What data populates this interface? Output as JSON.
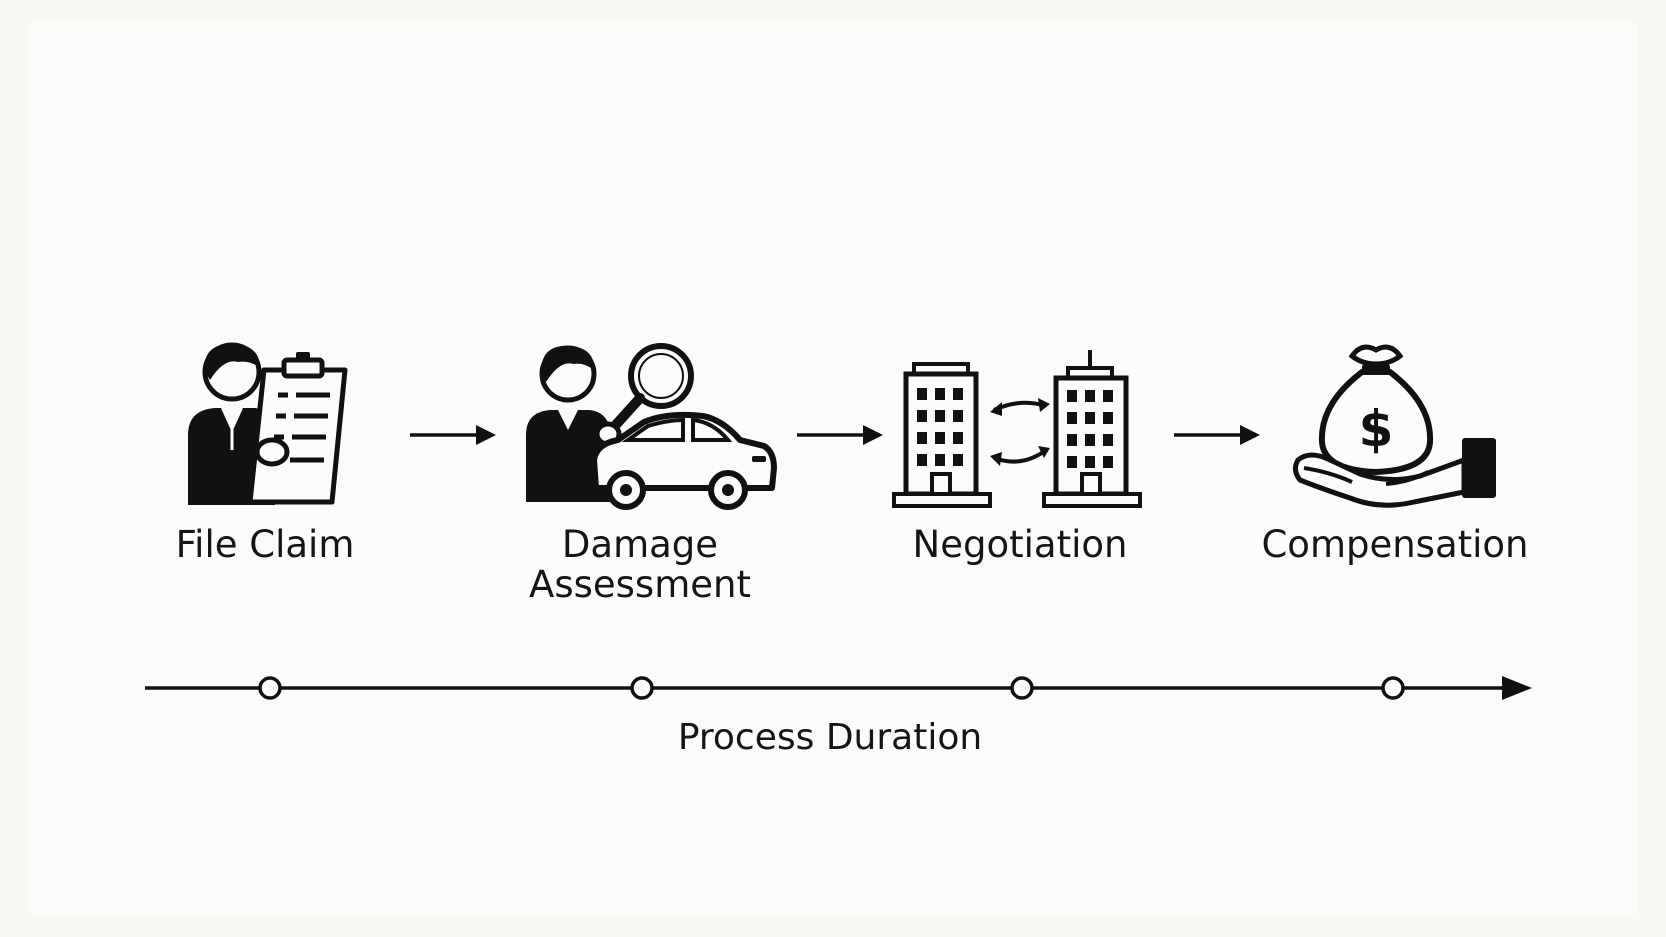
{
  "steps": [
    {
      "label": "File Claim",
      "icon": "person-clipboard-icon"
    },
    {
      "label": "Damage\nAssessment",
      "icon": "inspector-car-icon"
    },
    {
      "label": "Negotiation",
      "icon": "buildings-exchange-icon"
    },
    {
      "label": "Compensation",
      "icon": "money-bag-hand-icon"
    }
  ],
  "timeline": {
    "label": "Process Duration"
  },
  "money_symbol": "$",
  "colors": {
    "stroke": "#111111",
    "background": "#fbfbf9"
  }
}
